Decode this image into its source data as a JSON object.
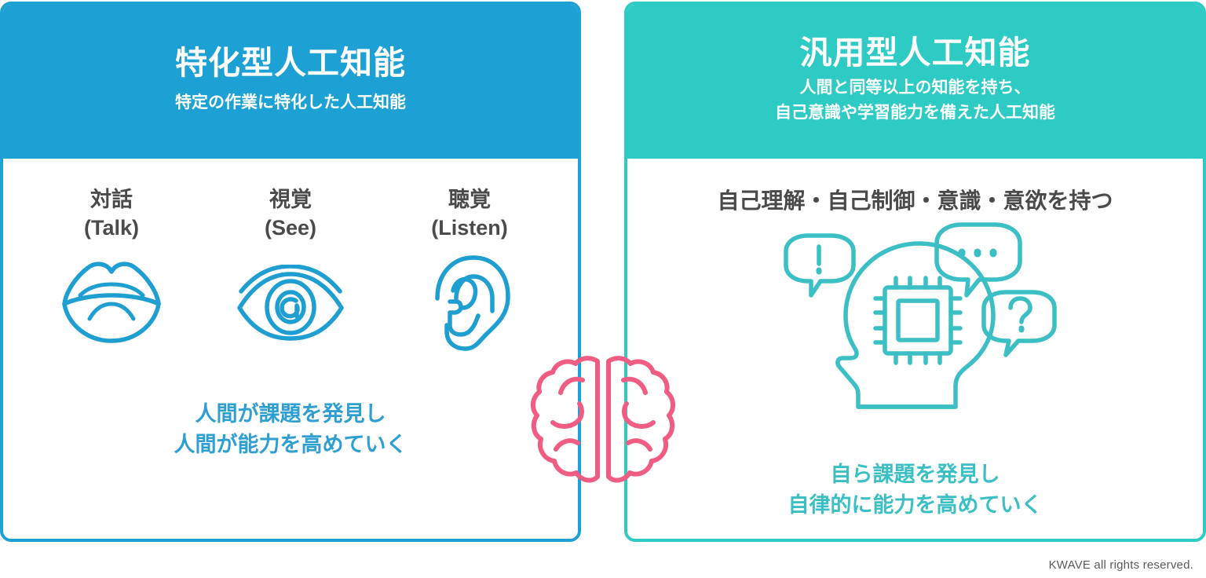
{
  "panels": {
    "left": {
      "title": "特化型人工知能",
      "subtitle": "特定の作業に特化した人工知能",
      "header_color": "#1da1d4",
      "senses": [
        {
          "label": "対話\n(Talk)",
          "icon": "mouth-icon"
        },
        {
          "label": "視覚\n(See)",
          "icon": "eye-icon"
        },
        {
          "label": "聴覚\n(Listen)",
          "icon": "ear-icon"
        }
      ],
      "caption": "人間が課題を発見し\n人間が能力を高めていく",
      "caption_color": "#2e9fd0"
    },
    "right": {
      "title": "汎用型人工知能",
      "subtitle": "人間と同等以上の知能を持ち、\n自己意識や学習能力を備えた人工知能",
      "header_color": "#2ecac4",
      "feature": "自己理解・自己制御・意識・意欲を持つ",
      "bubbles": [
        "!",
        "...",
        "?"
      ],
      "caption": "自ら課題を発見し\n自律的に能力を高めていく",
      "caption_color": "#3bbfc4"
    }
  },
  "center": {
    "icon": "brain-icon",
    "color": "#ef5d82"
  },
  "footer": {
    "copyright": "KWAVE all rights reserved."
  }
}
